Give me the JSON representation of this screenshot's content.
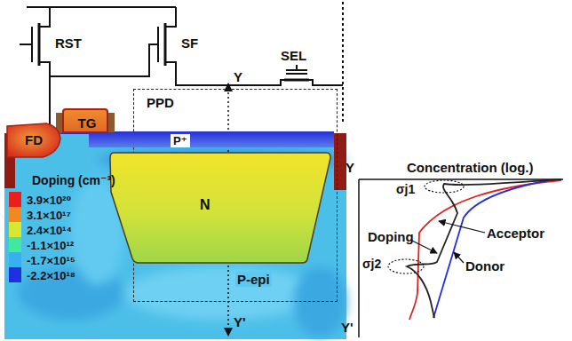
{
  "diagram": {
    "nodes": [
      {
        "text": [
          "PPD"
        ]
      },
      {
        "text": [
          "TG"
        ]
      },
      {
        "text": [
          "FD"
        ]
      },
      {
        "text": [
          "P⁺"
        ]
      },
      {
        "text": [
          "N"
        ]
      }
    ],
    "labels": [
      "RST",
      "SF",
      "SEL",
      "Y",
      "Y'",
      "P-epi",
      "Doping (cm⁻³)",
      "Y",
      "Concentration (log.)",
      "σj1",
      "Acceptor",
      "Doping",
      "σj2",
      "Donor",
      "Y'"
    ],
    "legend": [
      {
        "text": "3.9×10²⁰",
        "color": "#e8201c"
      },
      {
        "text": "3.1×10¹⁷",
        "color": "#f08a20"
      },
      {
        "text": "2.4×10¹⁴",
        "color": "#d8e830"
      },
      {
        "text": "-1.1×10¹²",
        "color": "#40e8a0"
      },
      {
        "text": "-1.7×10¹⁵",
        "color": "#38b0f0"
      },
      {
        "text": "-2.2×10¹⁸",
        "color": "#2030e0"
      }
    ]
  }
}
